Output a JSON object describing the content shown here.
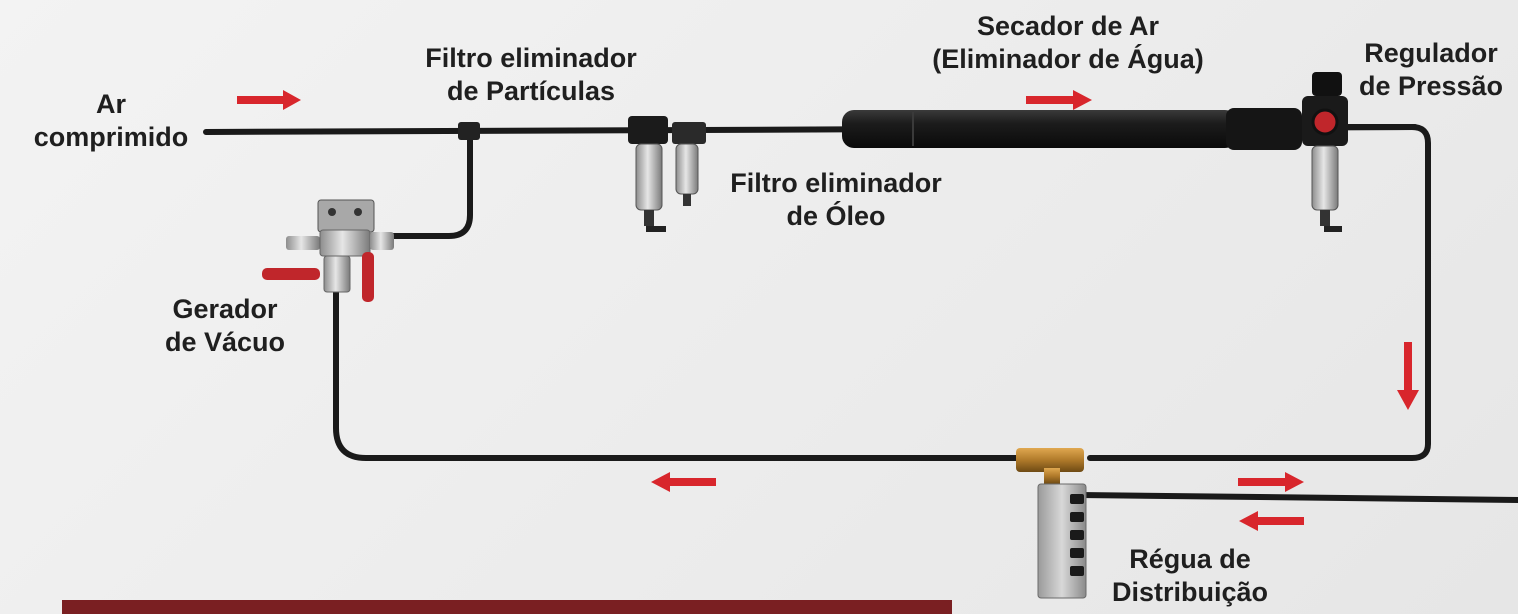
{
  "colors": {
    "pipe": "#1a1a1a",
    "arrow": "#d8262c",
    "label": "#1f1f1f",
    "valve_handle": "#c0262b",
    "brass": "#b07a2a",
    "footer_bar": "#7a1f22"
  },
  "labels": {
    "air_in": {
      "line1": "Ar",
      "line2": "comprimido"
    },
    "particle_filter": {
      "line1": "Filtro eliminador",
      "line2": "de Partículas"
    },
    "air_dryer": {
      "line1": "Secador de Ar",
      "line2": "(Eliminador de Água)"
    },
    "pressure_regulator": {
      "line1": "Regulador",
      "line2": "de Pressão"
    },
    "oil_filter": {
      "line1": "Filtro eliminador",
      "line2": "de Óleo"
    },
    "vacuum_generator": {
      "line1": "Gerador",
      "line2": "de Vácuo"
    },
    "distribution_manifold": {
      "line1": "Régua de",
      "line2": "Distribuição"
    }
  },
  "arrows": [
    {
      "name": "flow-arrow-inlet",
      "direction": "right"
    },
    {
      "name": "flow-arrow-dryer",
      "direction": "right"
    },
    {
      "name": "flow-arrow-down",
      "direction": "down"
    },
    {
      "name": "flow-arrow-return",
      "direction": "left"
    },
    {
      "name": "flow-arrow-outlet-right",
      "direction": "right"
    },
    {
      "name": "flow-arrow-outlet-left",
      "direction": "left"
    }
  ]
}
